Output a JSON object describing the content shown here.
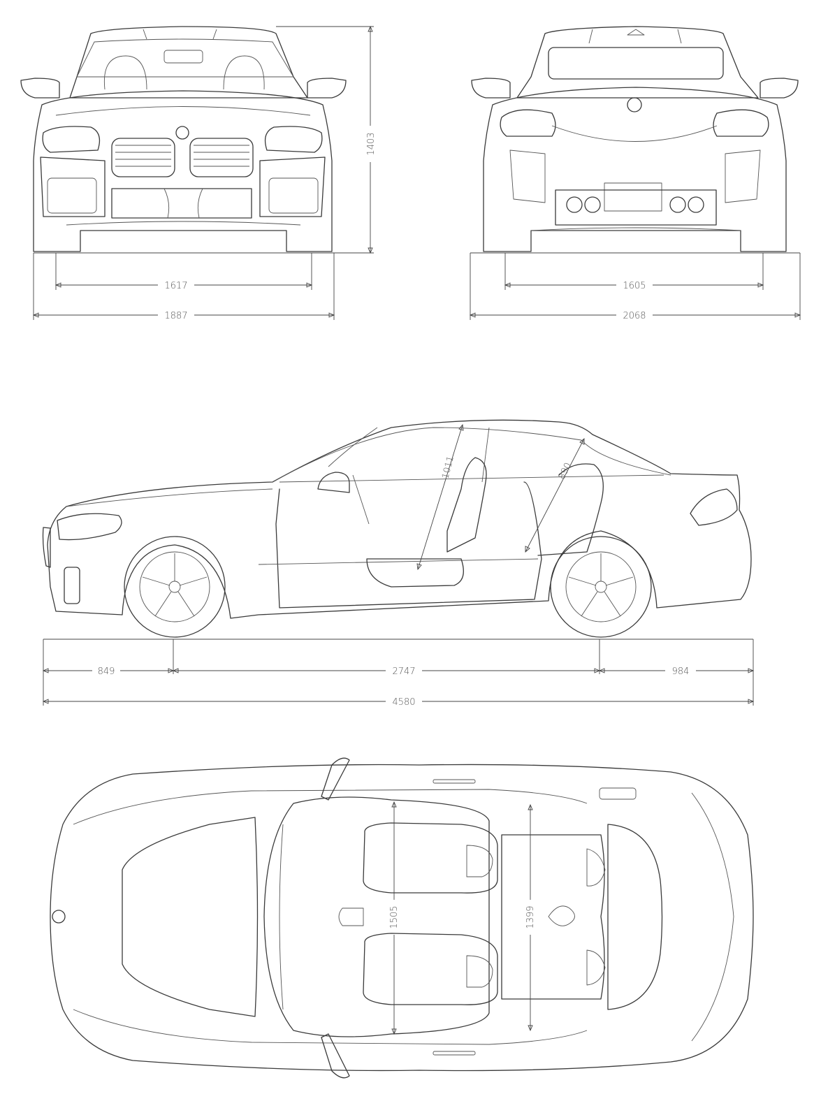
{
  "dimensions": {
    "front_track": "1617",
    "width_body": "1887",
    "height": "1403",
    "rear_track": "1605",
    "width_mirrors": "2068",
    "front_overhang": "849",
    "wheelbase": "2747",
    "rear_overhang": "984",
    "length": "4580",
    "front_headroom": "1011",
    "rear_headroom": "890",
    "front_shoulder_width": "1505",
    "rear_shoulder_width": "1399"
  },
  "colors": {
    "line": "#3a3a3a",
    "background": "#ffffff"
  }
}
